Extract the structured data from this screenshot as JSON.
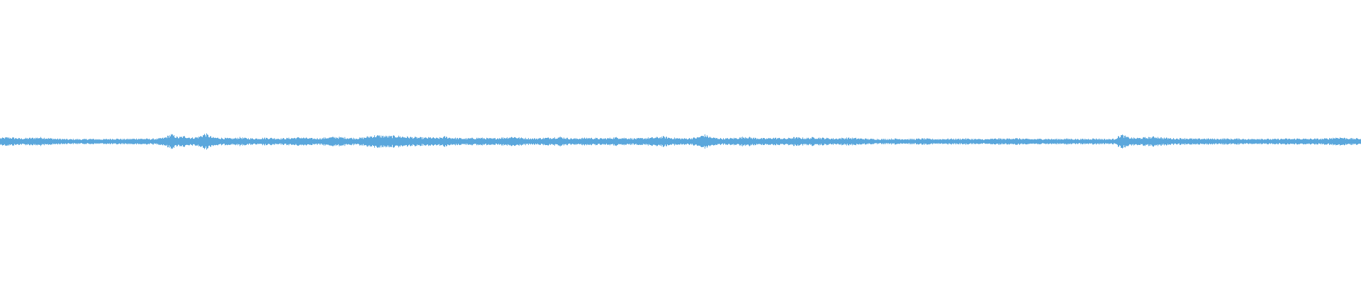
{
  "waveform": {
    "color": "#5ba7dc",
    "background": "#ffffff",
    "amplitude_envelope": [
      0.18,
      0.22,
      0.2,
      0.16,
      0.18,
      0.2,
      0.22,
      0.18,
      0.15,
      0.14,
      0.12,
      0.13,
      0.12,
      0.14,
      0.13,
      0.12,
      0.14,
      0.15,
      0.13,
      0.14,
      0.16,
      0.15,
      0.14,
      0.15,
      0.2,
      0.38,
      0.22,
      0.28,
      0.2,
      0.25,
      0.42,
      0.22,
      0.2,
      0.18,
      0.16,
      0.22,
      0.18,
      0.16,
      0.18,
      0.2,
      0.18,
      0.16,
      0.18,
      0.2,
      0.22,
      0.18,
      0.16,
      0.18,
      0.22,
      0.24,
      0.22,
      0.2,
      0.18,
      0.2,
      0.28,
      0.32,
      0.3,
      0.28,
      0.3,
      0.26,
      0.24,
      0.22,
      0.2,
      0.22,
      0.18,
      0.26,
      0.2,
      0.18,
      0.16,
      0.18,
      0.2,
      0.18,
      0.16,
      0.2,
      0.22,
      0.26,
      0.2,
      0.18,
      0.16,
      0.18,
      0.2,
      0.22,
      0.24,
      0.18,
      0.16,
      0.18,
      0.2,
      0.18,
      0.16,
      0.18,
      0.22,
      0.2,
      0.18,
      0.16,
      0.18,
      0.2,
      0.22,
      0.26,
      0.2,
      0.18,
      0.16,
      0.18,
      0.22,
      0.36,
      0.22,
      0.18,
      0.16,
      0.18,
      0.2,
      0.26,
      0.2,
      0.18,
      0.16,
      0.2,
      0.18,
      0.16,
      0.22,
      0.2,
      0.18,
      0.22,
      0.2,
      0.18,
      0.16,
      0.18,
      0.2,
      0.18,
      0.16,
      0.14,
      0.14,
      0.13,
      0.14,
      0.15,
      0.14,
      0.13,
      0.14,
      0.16,
      0.14,
      0.13,
      0.14,
      0.15,
      0.14,
      0.16,
      0.14,
      0.13,
      0.12,
      0.14,
      0.16,
      0.14,
      0.18,
      0.16,
      0.14,
      0.13,
      0.14,
      0.15,
      0.13,
      0.14,
      0.15,
      0.14,
      0.13,
      0.14,
      0.16,
      0.14,
      0.13,
      0.14,
      0.36,
      0.22,
      0.18,
      0.2,
      0.22,
      0.26,
      0.2,
      0.18,
      0.16,
      0.18,
      0.16,
      0.14,
      0.16,
      0.15,
      0.14,
      0.16,
      0.14,
      0.15,
      0.14,
      0.13,
      0.16,
      0.14,
      0.13,
      0.14,
      0.15,
      0.14,
      0.16,
      0.14,
      0.15,
      0.14,
      0.16,
      0.2,
      0.22,
      0.18,
      0.16,
      0.16
    ]
  }
}
